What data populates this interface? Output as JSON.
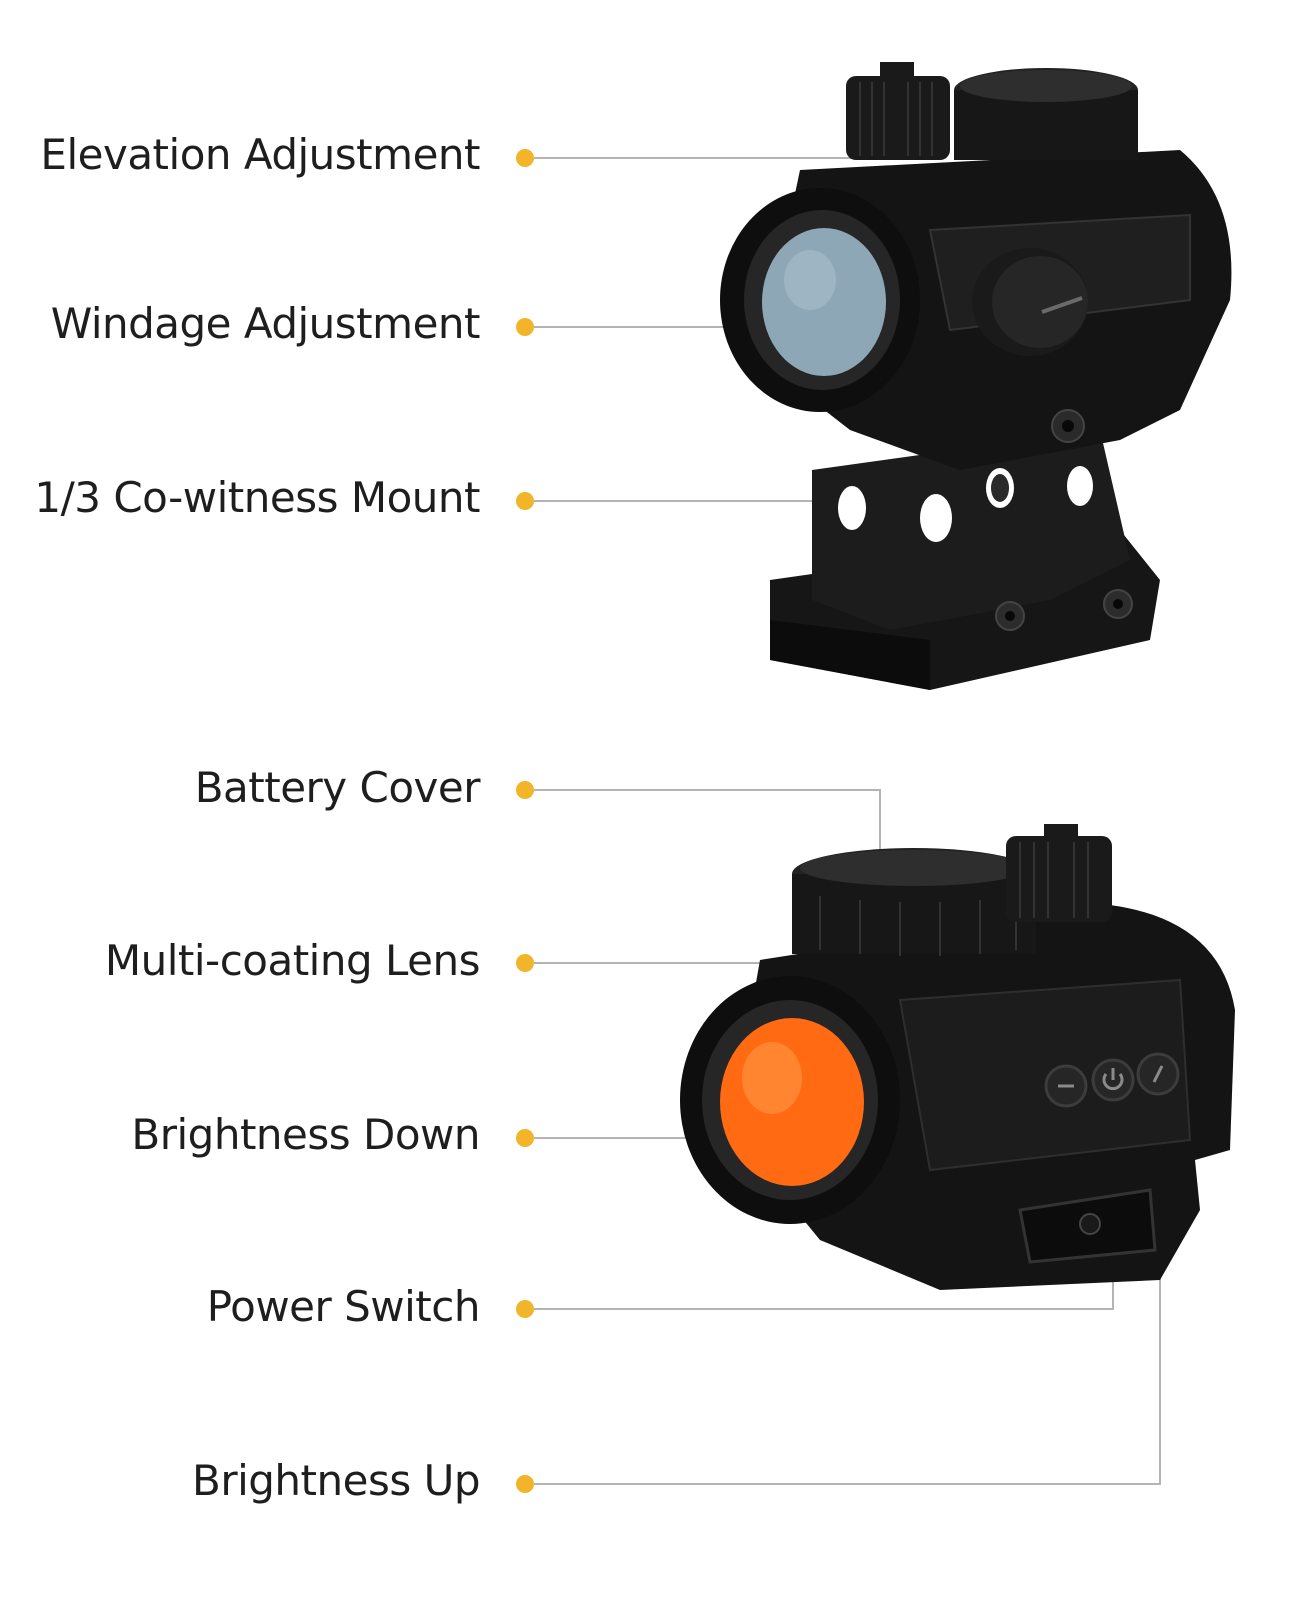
{
  "colors": {
    "accent": "#f2b52a",
    "leader": "#b4b4b4",
    "text": "#1e1e1e",
    "lens_blue": "#8ea7b6",
    "lens_orange": "#ff6a12",
    "body": "#141414"
  },
  "top_callouts": [
    {
      "label": "Elevation Adjustment"
    },
    {
      "label": "Windage Adjustment"
    },
    {
      "label": "1/3 Co-witness Mount"
    }
  ],
  "bottom_callouts": [
    {
      "label": "Battery Cover"
    },
    {
      "label": "Multi-coating Lens"
    },
    {
      "label": "Brightness Down"
    },
    {
      "label": "Power Switch"
    },
    {
      "label": "Brightness Up"
    }
  ],
  "icons": {
    "top_product": "red-dot-sight-front-icon",
    "bottom_product": "red-dot-sight-rear-icon",
    "brightness_down": "minus-icon",
    "power": "power-icon",
    "brightness_up": "plus-icon"
  }
}
